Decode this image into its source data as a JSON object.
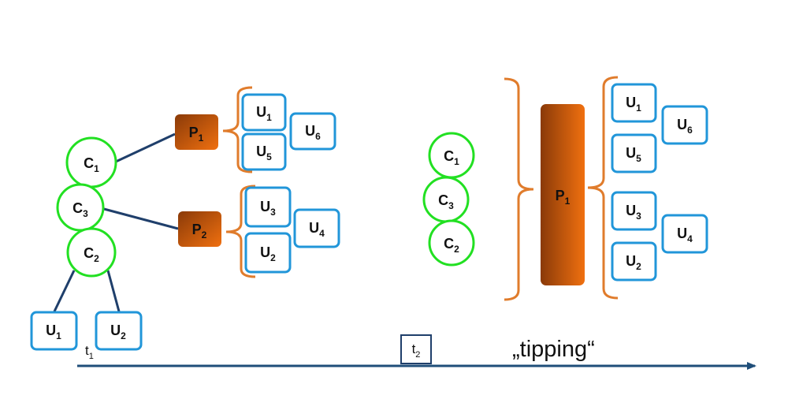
{
  "colors": {
    "consumer_stroke": "#22e022",
    "unit_stroke": "#2196d9",
    "process_fill_dark": "#8a3a08",
    "process_fill_light": "#f07010",
    "brace": "#e07c2c",
    "connector": "#1f3f6b",
    "timeline": "#1f4e79"
  },
  "left": {
    "consumers": [
      {
        "letter": "C",
        "sub": "1"
      },
      {
        "letter": "C",
        "sub": "3"
      },
      {
        "letter": "C",
        "sub": "2"
      }
    ],
    "processes": [
      {
        "letter": "P",
        "sub": "1"
      },
      {
        "letter": "P",
        "sub": "2"
      }
    ],
    "group1_units": [
      {
        "letter": "U",
        "sub": "1"
      },
      {
        "letter": "U",
        "sub": "5"
      },
      {
        "letter": "U",
        "sub": "6"
      }
    ],
    "group2_units": [
      {
        "letter": "U",
        "sub": "3"
      },
      {
        "letter": "U",
        "sub": "2"
      },
      {
        "letter": "U",
        "sub": "4"
      }
    ],
    "bottom_units": [
      {
        "letter": "U",
        "sub": "1"
      },
      {
        "letter": "U",
        "sub": "2"
      }
    ]
  },
  "right": {
    "consumers": [
      {
        "letter": "C",
        "sub": "1"
      },
      {
        "letter": "C",
        "sub": "3"
      },
      {
        "letter": "C",
        "sub": "2"
      }
    ],
    "process": {
      "letter": "P",
      "sub": "1"
    },
    "units": [
      {
        "letter": "U",
        "sub": "1"
      },
      {
        "letter": "U",
        "sub": "5"
      },
      {
        "letter": "U",
        "sub": "6"
      },
      {
        "letter": "U",
        "sub": "3"
      },
      {
        "letter": "U",
        "sub": "2"
      },
      {
        "letter": "U",
        "sub": "4"
      }
    ]
  },
  "timeline": {
    "t1": {
      "letter": "t",
      "sub": "1"
    },
    "t2": {
      "letter": "t",
      "sub": "2"
    },
    "caption": "„tipping“"
  }
}
